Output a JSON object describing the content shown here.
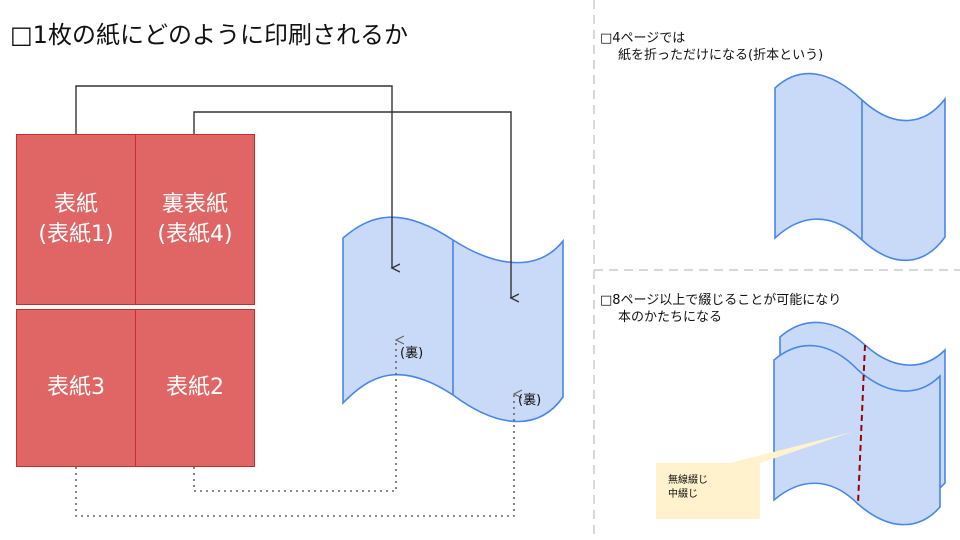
{
  "main": {
    "title": "□1枚の紙にどのように印刷されるか",
    "sheets": {
      "front_cover": {
        "line1": "表紙",
        "line2": "(表紙1)"
      },
      "back_cover": {
        "line1": "裏表紙",
        "line2": "(表紙4)"
      },
      "cover3": {
        "line1": "表紙3"
      },
      "cover2": {
        "line1": "表紙2"
      }
    },
    "reverse_label_1": "(裏)",
    "reverse_label_2": "(裏)"
  },
  "side": {
    "four_page": {
      "line1": "□4ページでは",
      "line2": "紙を折っただけになる(折本という)"
    },
    "eight_page": {
      "line1": "□8ページ以上で綴じることが可能になり",
      "line2": "本のかたちになる"
    },
    "callout": {
      "line1": "無線綴じ",
      "line2": "中綴じ"
    }
  },
  "colors": {
    "sheet_fill": "#e06666",
    "sheet_border": "#cc2b2b",
    "paper_fill": "#c9daf8",
    "paper_stroke": "#4a86e8",
    "callout_fill": "#fff2cc",
    "stitch": "#990000"
  }
}
